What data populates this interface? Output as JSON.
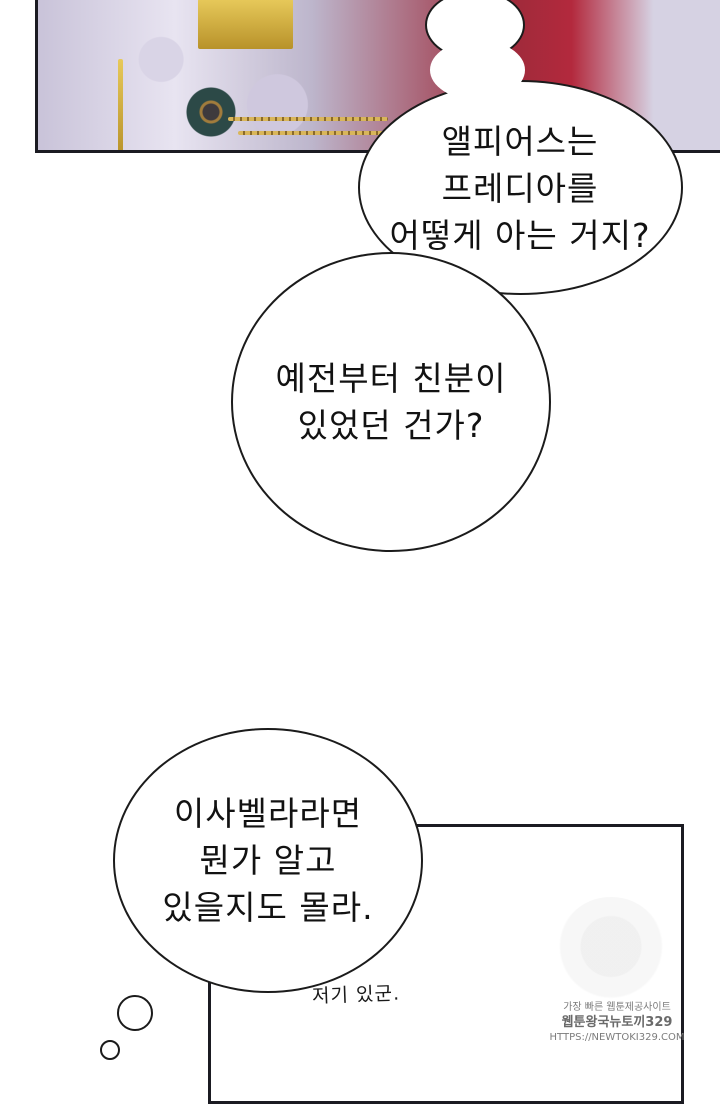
{
  "bubbles": {
    "first": "앨피어스는\n프레디아를\n어떻게 아는 거지?",
    "second": "예전부터 친분이\n있었던 건가?",
    "third": "이사벨라라면\n뭔가 알고\n있을지도 몰라."
  },
  "handwriting": "저기 있군.",
  "watermark": {
    "line1": "가장 빠른 웹툰제공사이트",
    "line2": "웹툰왕국뉴토끼329",
    "line3": "HTTPS://NEWTOKI329.COM"
  },
  "colors": {
    "ink": "#1b1b22",
    "robe_red": "#b3293d",
    "gold": "#d9b65a"
  }
}
